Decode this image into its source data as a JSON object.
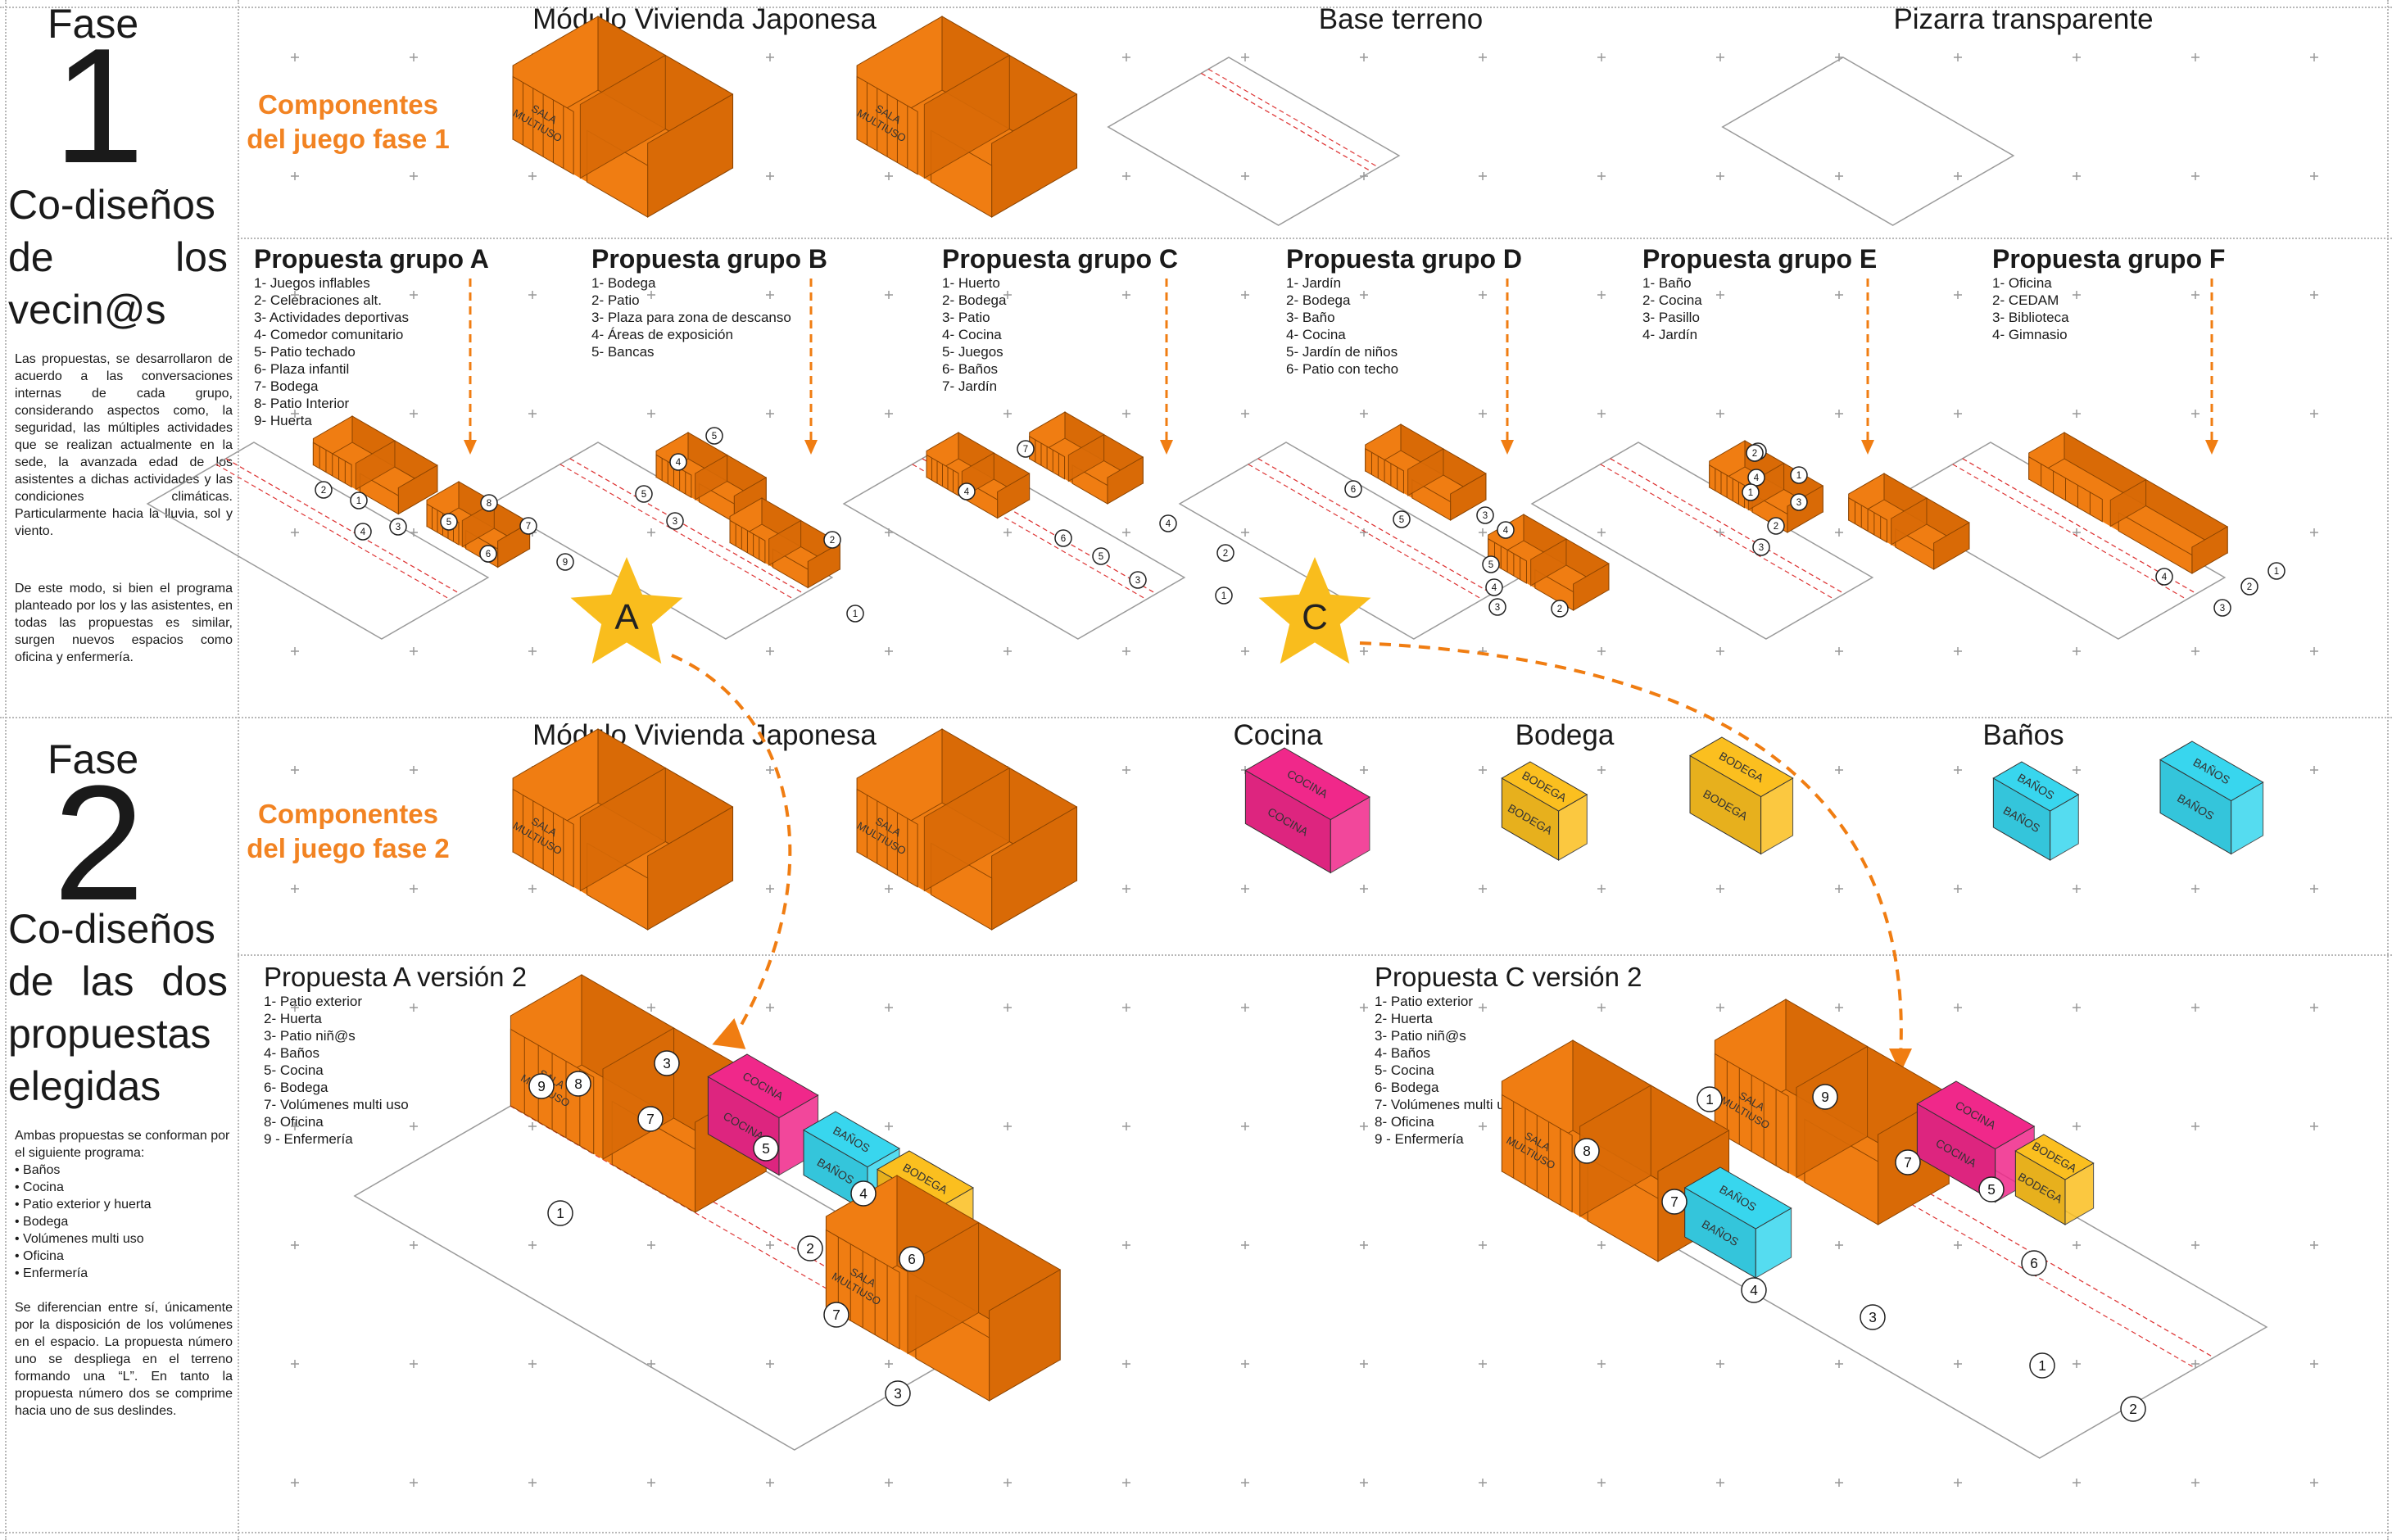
{
  "phase1": {
    "label": "Fase",
    "number": "1",
    "title_lines": [
      [
        "Co-diseños"
      ],
      [
        "de",
        "los"
      ],
      [
        "vecin@s"
      ]
    ],
    "paragraph1": "Las propuestas, se desarrollaron de acuerdo a las conversaciones internas de cada grupo, considerando aspectos como, la seguridad, las múltiples actividades que se realizan actualmente en la sede, la avanzada edad de los asistentes a dichas actividades y las condiciones climáticas. Particularmente hacia la lluvia, sol y viento.",
    "paragraph2": "De este modo, si bien el programa planteado por los y las asistentes, en todas las propuestas es similar, surgen nuevos espacios como oficina y enfermería.",
    "components_label_line1": "Componentes",
    "components_label_line2": "del juego fase 1",
    "column_headers": [
      "Módulo Vivienda Japonesa",
      "Base terreno",
      "Pizarra transparente"
    ],
    "proposals": [
      {
        "title": "Propuesta grupo A",
        "items": [
          "1- Juegos inflables",
          "2- Celebraciones alt.",
          "3- Actividades deportivas",
          "4- Comedor comunitario",
          "5- Patio techado",
          "6- Plaza infantil",
          "7- Bodega",
          "8- Patio Interior",
          "9- Huerta"
        ]
      },
      {
        "title": "Propuesta grupo  B",
        "items": [
          "1- Bodega",
          "2- Patio",
          "3- Plaza para zona de descanso",
          "4- Áreas de exposición",
          "5- Bancas"
        ]
      },
      {
        "title": "Propuesta grupo  C",
        "items": [
          "1- Huerto",
          "2- Bodega",
          "3- Patio",
          "4- Cocina",
          "5- Juegos",
          "6- Baños",
          "7- Jardín"
        ]
      },
      {
        "title": "Propuesta grupo  D",
        "items": [
          "1- Jardín",
          "2- Bodega",
          "3- Baño",
          "4- Cocina",
          "5- Jardín de niños",
          "6- Patio con techo"
        ]
      },
      {
        "title": "Propuesta  grupo E",
        "items": [
          "1- Baño",
          "2- Cocina",
          "3- Pasillo",
          "4- Jardín"
        ]
      },
      {
        "title": "Propuesta  grupo F",
        "items": [
          "1- Oficina",
          "2- CEDAM",
          "3- Biblioteca",
          "4- Gimnasio"
        ]
      }
    ],
    "star_a": "A",
    "star_c": "C"
  },
  "phase2": {
    "label": "Fase",
    "number": "2",
    "title_lines": [
      [
        "Co-diseños"
      ],
      [
        "de",
        "las",
        "dos"
      ],
      [
        "propuestas"
      ],
      [
        "elegidas"
      ]
    ],
    "program_intro": "Ambas propuestas se conforman por el siguiente programa:",
    "program_items": [
      "• Baños",
      "• Cocina",
      "• Patio exterior y huerta",
      "• Bodega",
      "• Volúmenes multi uso",
      "• Oficina",
      "• Enfermería"
    ],
    "paragraph": "Se diferencian entre sí, únicamente por la disposición de los volúmenes en el espacio. La propuesta número uno se despliega en el terreno formando una “L”. En tanto la propuesta número dos se comprime hacia uno de sus deslindes.",
    "components_label_line1": "Componentes",
    "components_label_line2": "del juego fase 2",
    "column_headers": [
      "Módulo Vivienda Japonesa",
      "Cocina",
      "Bodega",
      "Baños"
    ],
    "version_a": {
      "title": "Propuesta A versión 2",
      "items": [
        "1- Patio exterior",
        "2- Huerta",
        "3- Patio niñ@s",
        "4- Baños",
        "5- Cocina",
        "6- Bodega",
        "7- Volúmenes multi uso",
        "8- Oficina",
        "9 - Enfermería"
      ]
    },
    "version_c": {
      "title": "Propuesta C versión 2",
      "items": [
        "1- Patio exterior",
        "2- Huerta",
        "3- Patio niñ@s",
        "4- Baños",
        "5- Cocina",
        "6- Bodega",
        "7- Volúmenes multi uso",
        "8- Oficina",
        "9 - Enfermería"
      ]
    }
  },
  "module_labels": {
    "sala_line1": "SALA",
    "sala_line2": "MULTIUSO",
    "cocina": "COCINA",
    "bodega": "BODEGA",
    "banos": "BAÑOS"
  },
  "colors": {
    "orange": "#f07d12",
    "orange_dark": "#d96a06",
    "accent_text": "#f28322",
    "magenta": "#f0288a",
    "yellow": "#fbbf1f",
    "cyan": "#38d6ee",
    "star": "#f9bd1d"
  }
}
